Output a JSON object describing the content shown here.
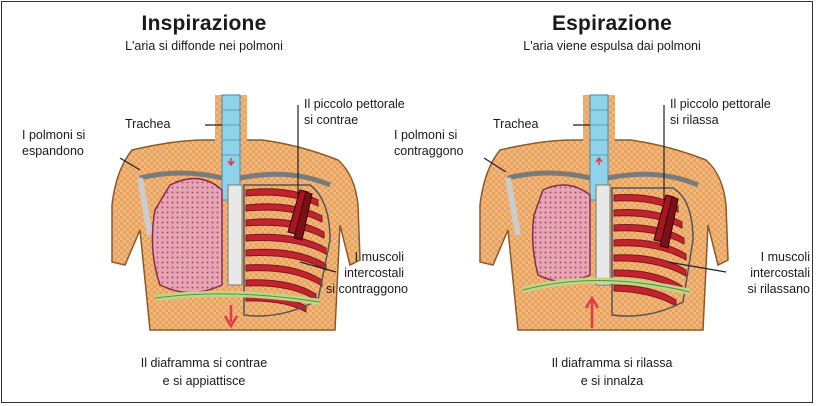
{
  "colors": {
    "skin": "#f2b77a",
    "skin_dark": "#d98f4c",
    "lung": "#e7a6b6",
    "lung_dots": "#b24a68",
    "trachea": "#8fd3ea",
    "rib": "#c2232e",
    "muscle": "#a8141f",
    "diaphragm": "#b9d98a",
    "arrow": "#e23a45"
  },
  "left": {
    "title": "Inspirazione",
    "subtitle": "L'aria si diffonde nei polmoni",
    "trachea": "Trachea",
    "lungs": [
      "I polmoni si",
      "espandono"
    ],
    "pectoral": [
      "Il piccolo pettorale",
      "si contrae"
    ],
    "intercostal": [
      "I muscoli",
      "intercostali",
      "si contraggono"
    ],
    "diaphragm": [
      "Il diaframma si contrae",
      "e si appiattisce"
    ]
  },
  "right": {
    "title": "Espirazione",
    "subtitle": "L'aria viene espulsa dai polmoni",
    "trachea": "Trachea",
    "lungs": [
      "I polmoni si",
      "contraggono"
    ],
    "pectoral": [
      "Il piccolo pettorale",
      "si rilassa"
    ],
    "intercostal": [
      "I muscoli",
      "intercostali",
      "si rilassano"
    ],
    "diaphragm": [
      "Il diaframma si rilassa",
      "e si innalza"
    ]
  }
}
